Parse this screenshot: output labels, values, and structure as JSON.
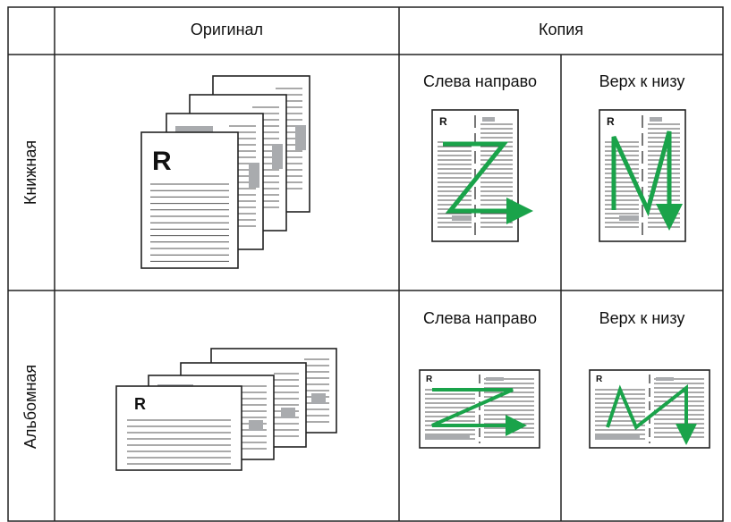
{
  "header": {
    "original": "Оригинал",
    "copy": "Копия"
  },
  "rows": {
    "portrait": "Книжная",
    "landscape": "Альбомная"
  },
  "copy_modes": {
    "left_to_right": "Слева направо",
    "top_to_bottom": "Верх к низу"
  },
  "page_letter": "R",
  "colors": {
    "arrow": "#1aa34a",
    "block": "#a9abae",
    "border": "#222222"
  }
}
